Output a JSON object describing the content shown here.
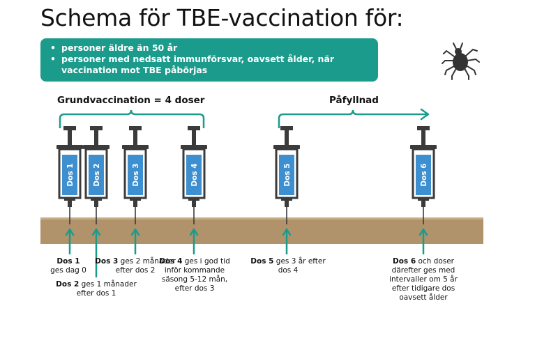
{
  "title": "Schema för TBE-vaccination för:",
  "info": {
    "items": [
      "personer äldre än 50 år",
      "personer med nedsatt immunförsvar, oavsett ålder, när vaccination mot TBE påbörjas"
    ]
  },
  "groups": {
    "grund": "Grundvaccination = 4 doser",
    "paf": "Påfyllnad"
  },
  "colors": {
    "teal": "#1a9b8c",
    "syringe_blue": "#3d8fcf",
    "syringe_dark": "#3b3b3b",
    "skin": "#b0936b"
  },
  "icons": {
    "tick": "tick-icon"
  },
  "doses": [
    {
      "label": "Dos 1",
      "bold": "Dos 1",
      "rest": "ges dag 0"
    },
    {
      "label": "Dos 2",
      "bold": "Dos 2",
      "rest": "ges 1 månader efter dos 1"
    },
    {
      "label": "Dos 3",
      "bold": "Dos 3",
      "rest": "ges 2 månader efter dos 2"
    },
    {
      "label": "Dos 4",
      "bold": "Dos 4",
      "rest": "ges i god tid inför kommande säsong 5-12 mån, efter dos 3"
    },
    {
      "label": "Dos 5",
      "bold": "Dos 5",
      "rest": "ges 3 år efter dos 4"
    },
    {
      "label": "Dos 6",
      "bold": "Dos 6",
      "rest": "och doser därefter ges med intervaller om 5 år efter tidigare dos oavsett ålder"
    }
  ]
}
